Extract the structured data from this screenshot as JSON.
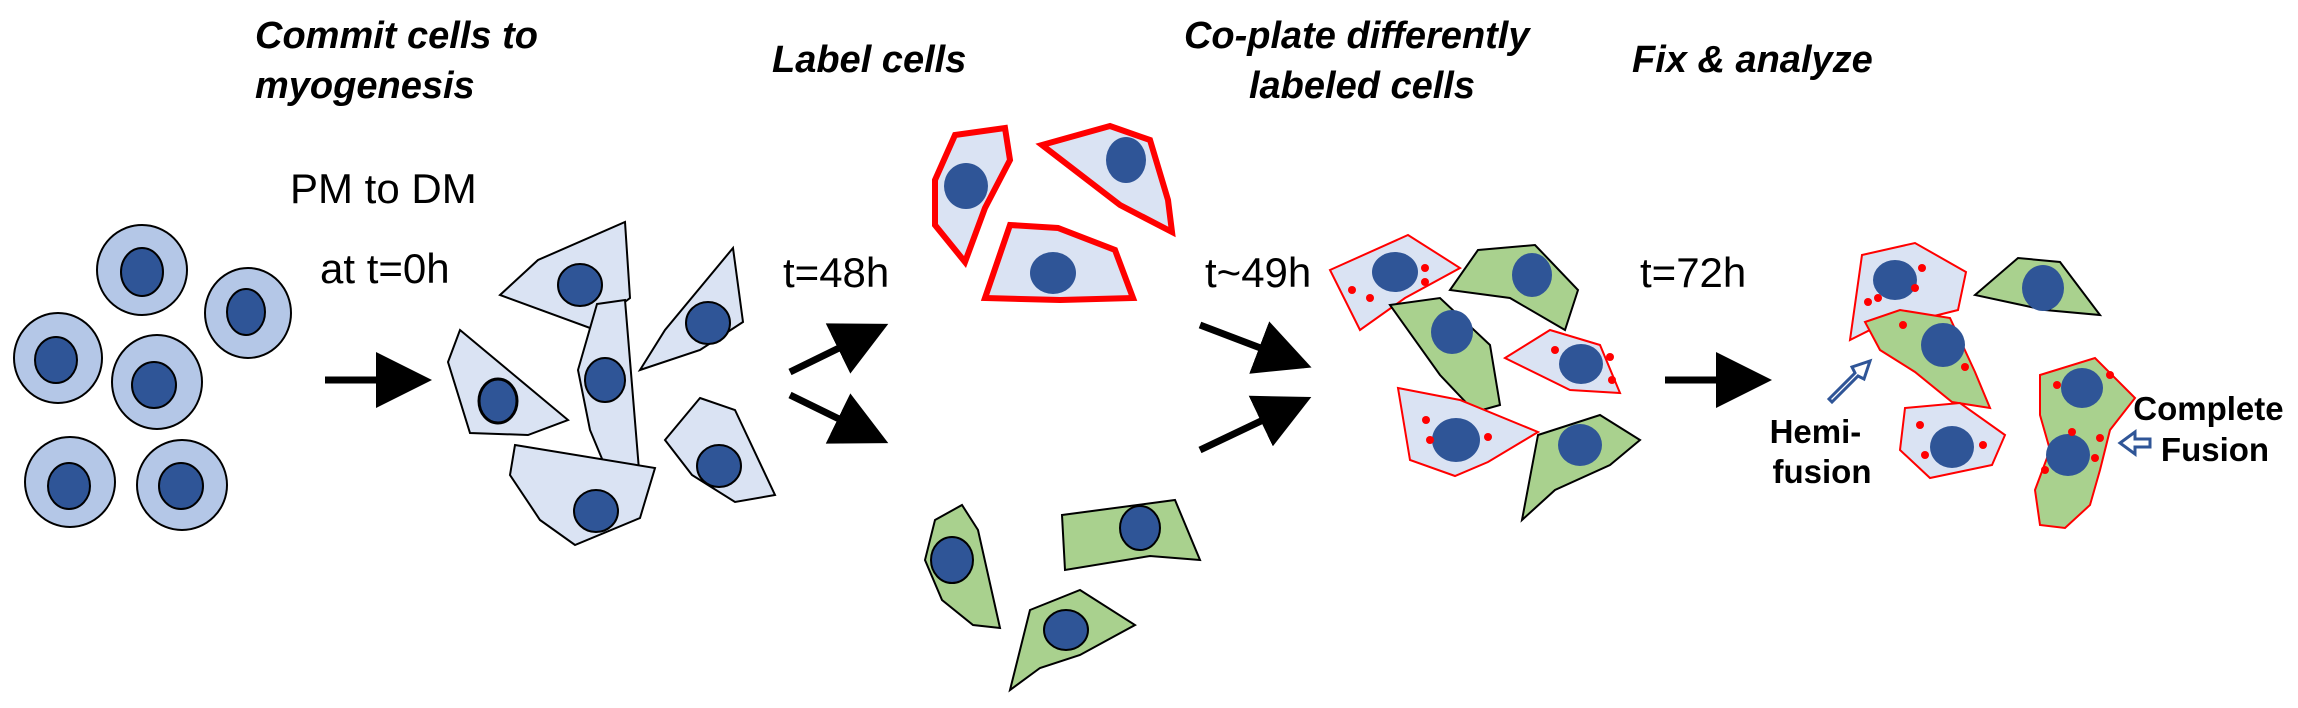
{
  "steps": [
    {
      "title_lines": [
        "Commit cells to",
        "myogenesis"
      ]
    },
    {
      "title_lines": [
        "Label cells"
      ]
    },
    {
      "title_lines": [
        "Co-plate differently",
        "labeled cells"
      ]
    },
    {
      "title_lines": [
        "Fix & analyze"
      ]
    }
  ],
  "timepoints": {
    "medium_switch": "PM to DM",
    "t0": "at t=0h",
    "t48": "t=48h",
    "t49": "t~49h",
    "t72": "t=72h"
  },
  "annotations": {
    "hemifusion_lines": [
      "Hemi-",
      "fusion"
    ],
    "complete_lines": [
      "Complete",
      "Fusion"
    ]
  },
  "colors": {
    "nucleus": "#2f5597",
    "round_cell": "#b4c7e7",
    "myoblast": "#dae3f3",
    "red_label": "#ff0000",
    "green_label": "#a9d18e",
    "arrow": "#000000",
    "open_arrow": "#2f5597"
  }
}
